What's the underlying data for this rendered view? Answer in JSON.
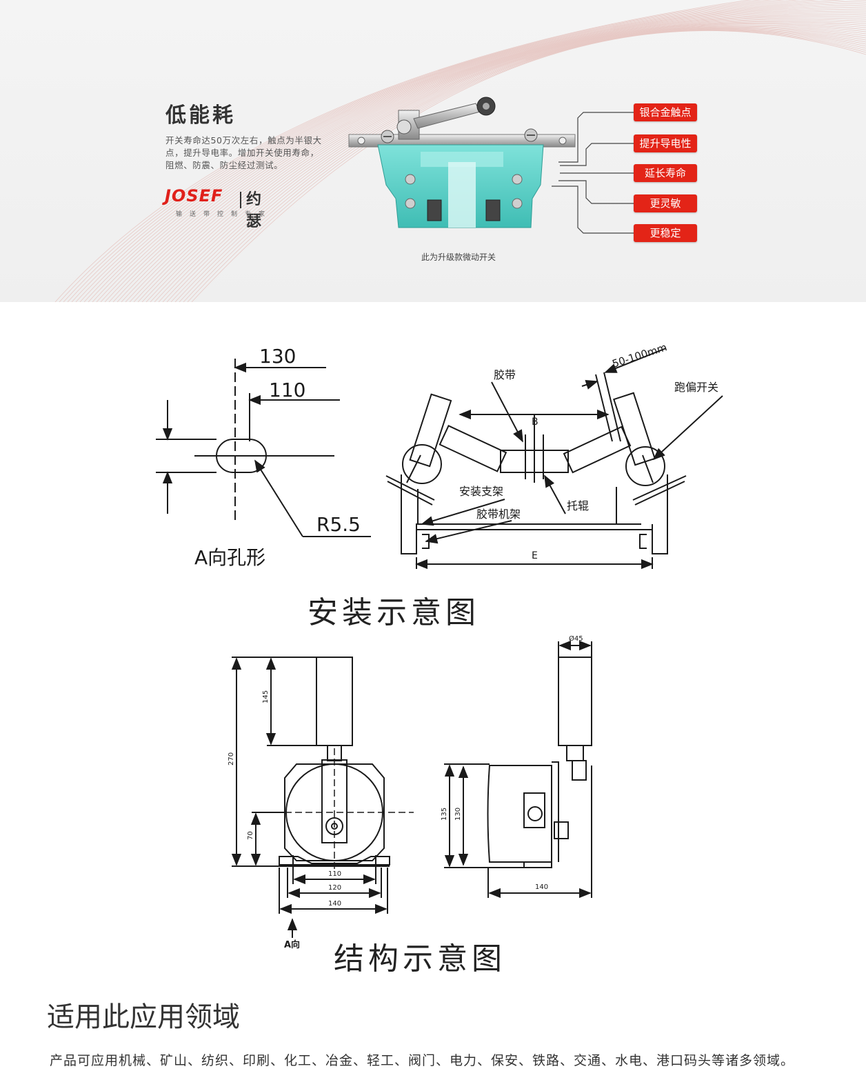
{
  "banner": {
    "headline": "低能耗",
    "description": [
      "开关寿命达50万次左右，触点为半银大",
      "点，提升导电率。增加开关使用寿命，",
      "阻燃、防震、防尘经过测试。"
    ],
    "brand_en": "JOSEF",
    "brand_cn": "约瑟",
    "brand_slogan": "输送带控制专家",
    "product_caption": "此为升级款微动开关",
    "features": [
      "银合金触点",
      "提升导电性",
      "延长寿命",
      "更灵敏",
      "更稳定"
    ]
  },
  "hole_drawing": {
    "dim_outer": "130",
    "dim_inner": "110",
    "radius": "R5.5",
    "caption": "A向孔形"
  },
  "install_drawing": {
    "belt": "胶带",
    "range": "50-100mm",
    "switch": "跑偏开关",
    "dim_b": "B",
    "bracket": "安装支架",
    "roller": "托辊",
    "frame": "胶带机架",
    "dim_e": "E"
  },
  "install_title": "安装示意图",
  "struct_drawing": {
    "dim_145": "145",
    "dim_270": "270",
    "dim_70": "70",
    "dim_110": "110",
    "dim_120": "120",
    "dim_140_front": "140",
    "dir_a": "A向",
    "dim_d45": "Ø45",
    "dim_135": "135",
    "dim_130": "130",
    "dim_140_side": "140"
  },
  "struct_title": "结构示意图",
  "applications": {
    "heading": "适用此应用领域",
    "text": "产品可应用机械、矿山、纺织、印刷、化工、冶金、轻工、阀门、电力、保安、铁路、交通、水电、港口码头等诸多领域。"
  },
  "colors": {
    "accent_red": "#e32417",
    "switch_teal": "#5fd0c8",
    "line": "#1a1a1a"
  }
}
